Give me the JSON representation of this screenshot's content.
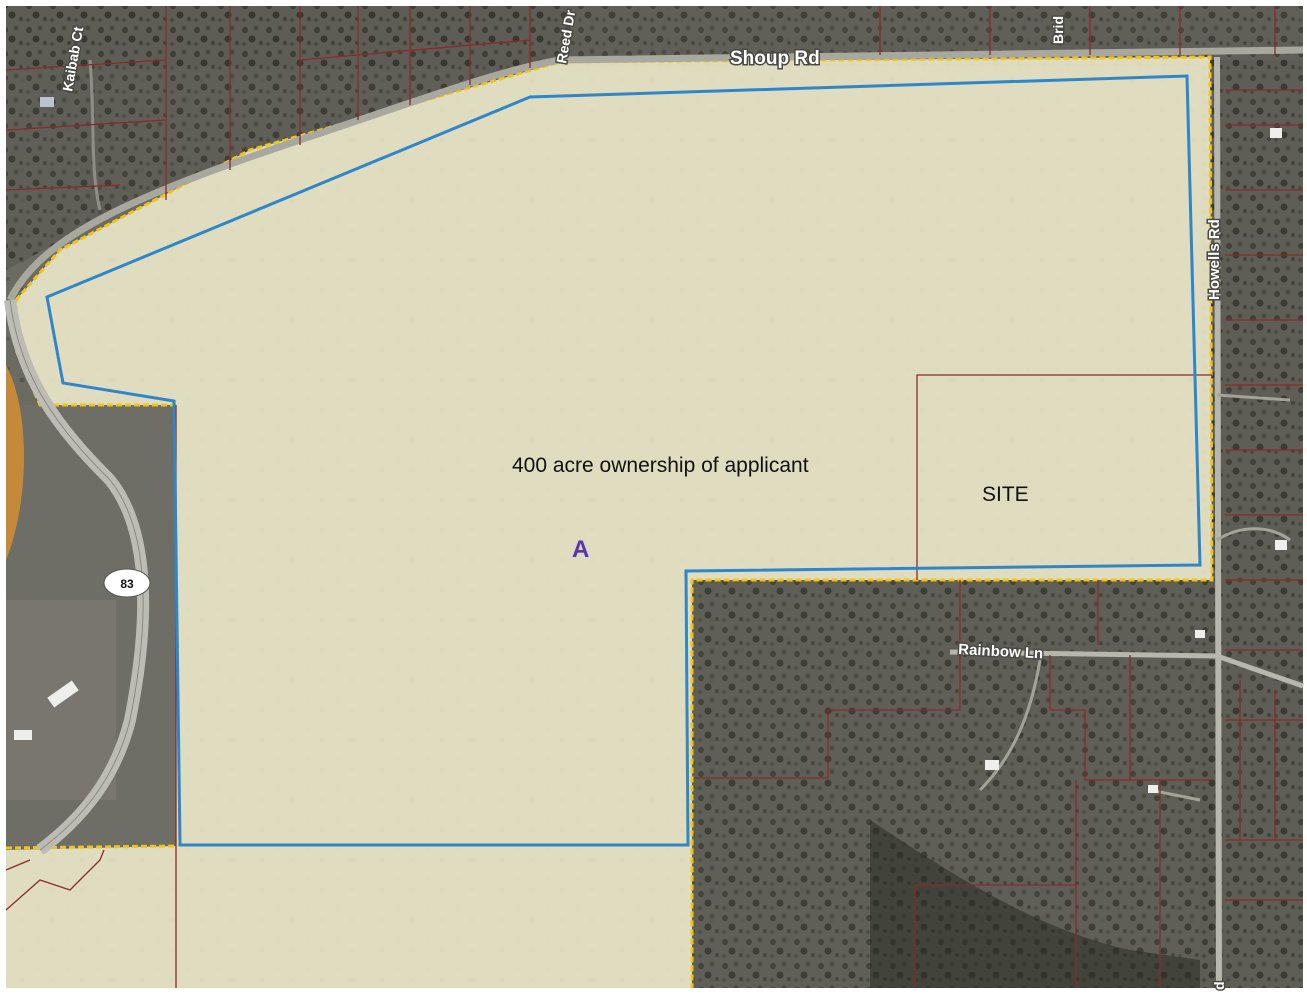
{
  "map": {
    "labels": {
      "ownership": "400 acre ownership of applicant",
      "site": "SITE",
      "zone": "A",
      "highway_shield": "83"
    },
    "roads": {
      "shoup": "Shoup Rd",
      "howells": "Howells Rd",
      "rainbow": "Rainbow Ln",
      "kaibab": "Kaibab Ct",
      "reed": "Reed Dr",
      "brid": "Brid",
      "howells_partial": "d"
    },
    "colors": {
      "ownership_boundary": "#2f86c8",
      "parcel_lines": "#8b2a2a",
      "zone_boundary": "#f0c419",
      "zone_fill": "#e8e5c6",
      "zone_label": "#5b3a8c"
    }
  }
}
